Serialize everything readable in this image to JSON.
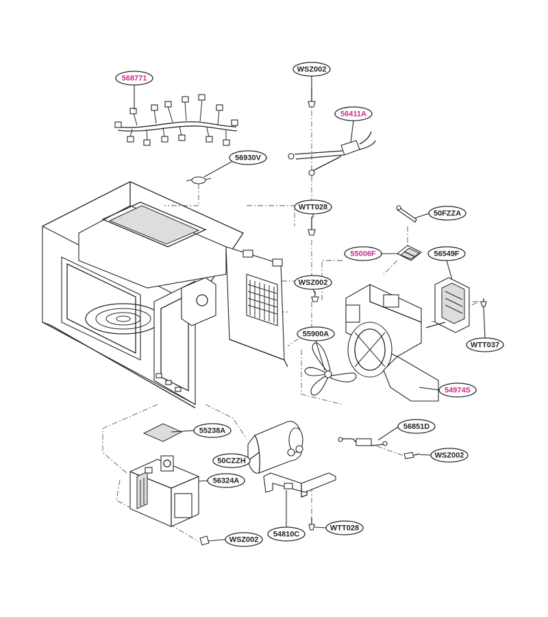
{
  "labels": [
    {
      "id": "p568771",
      "text": "568771",
      "highlight": true
    },
    {
      "id": "pWSZ002_top",
      "text": "WSZ002",
      "highlight": false
    },
    {
      "id": "p56411A",
      "text": "56411A",
      "highlight": true
    },
    {
      "id": "p56930V",
      "text": "56930V",
      "highlight": false
    },
    {
      "id": "pWTT028_mid",
      "text": "WTT028",
      "highlight": false
    },
    {
      "id": "p50FZZA",
      "text": "50FZZA",
      "highlight": false
    },
    {
      "id": "p55006F",
      "text": "55006F",
      "highlight": true
    },
    {
      "id": "p56549F",
      "text": "56549F",
      "highlight": false
    },
    {
      "id": "pWSZ002_mid",
      "text": "WSZ002",
      "highlight": false
    },
    {
      "id": "p55900A",
      "text": "55900A",
      "highlight": false
    },
    {
      "id": "pWTT037",
      "text": "WTT037",
      "highlight": false
    },
    {
      "id": "p54974S",
      "text": "54974S",
      "highlight": true
    },
    {
      "id": "p55238A",
      "text": "55238A",
      "highlight": false
    },
    {
      "id": "p56851D",
      "text": "56851D",
      "highlight": false
    },
    {
      "id": "p50CZZH",
      "text": "50CZZH",
      "highlight": false
    },
    {
      "id": "pWSZ002_right",
      "text": "WSZ002",
      "highlight": false
    },
    {
      "id": "p56324A",
      "text": "56324A",
      "highlight": false
    },
    {
      "id": "p54810C",
      "text": "54810C",
      "highlight": false
    },
    {
      "id": "pWTT028_bot",
      "text": "WTT028",
      "highlight": false
    },
    {
      "id": "pWSZ002_bot",
      "text": "WSZ002",
      "highlight": false
    }
  ],
  "colors": {
    "line": "#222222",
    "highlight": "#cc2a8a",
    "background": "#ffffff"
  }
}
